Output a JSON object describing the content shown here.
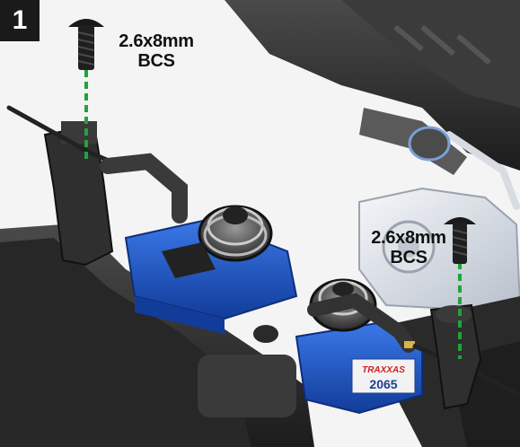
{
  "step": {
    "number": "1"
  },
  "callouts": [
    {
      "size": "2.6x8mm",
      "type": "BCS"
    },
    {
      "size": "2.6x8mm",
      "type": "BCS"
    }
  ],
  "servo_label": {
    "brand": "TRAXXAS",
    "model": "2065"
  },
  "colors": {
    "guide_line": "#22a33a",
    "servo_body": "#1f56c8",
    "chassis": "#2c2c2c",
    "background": "#f4f4f4",
    "badge": "#1a1a1a"
  }
}
